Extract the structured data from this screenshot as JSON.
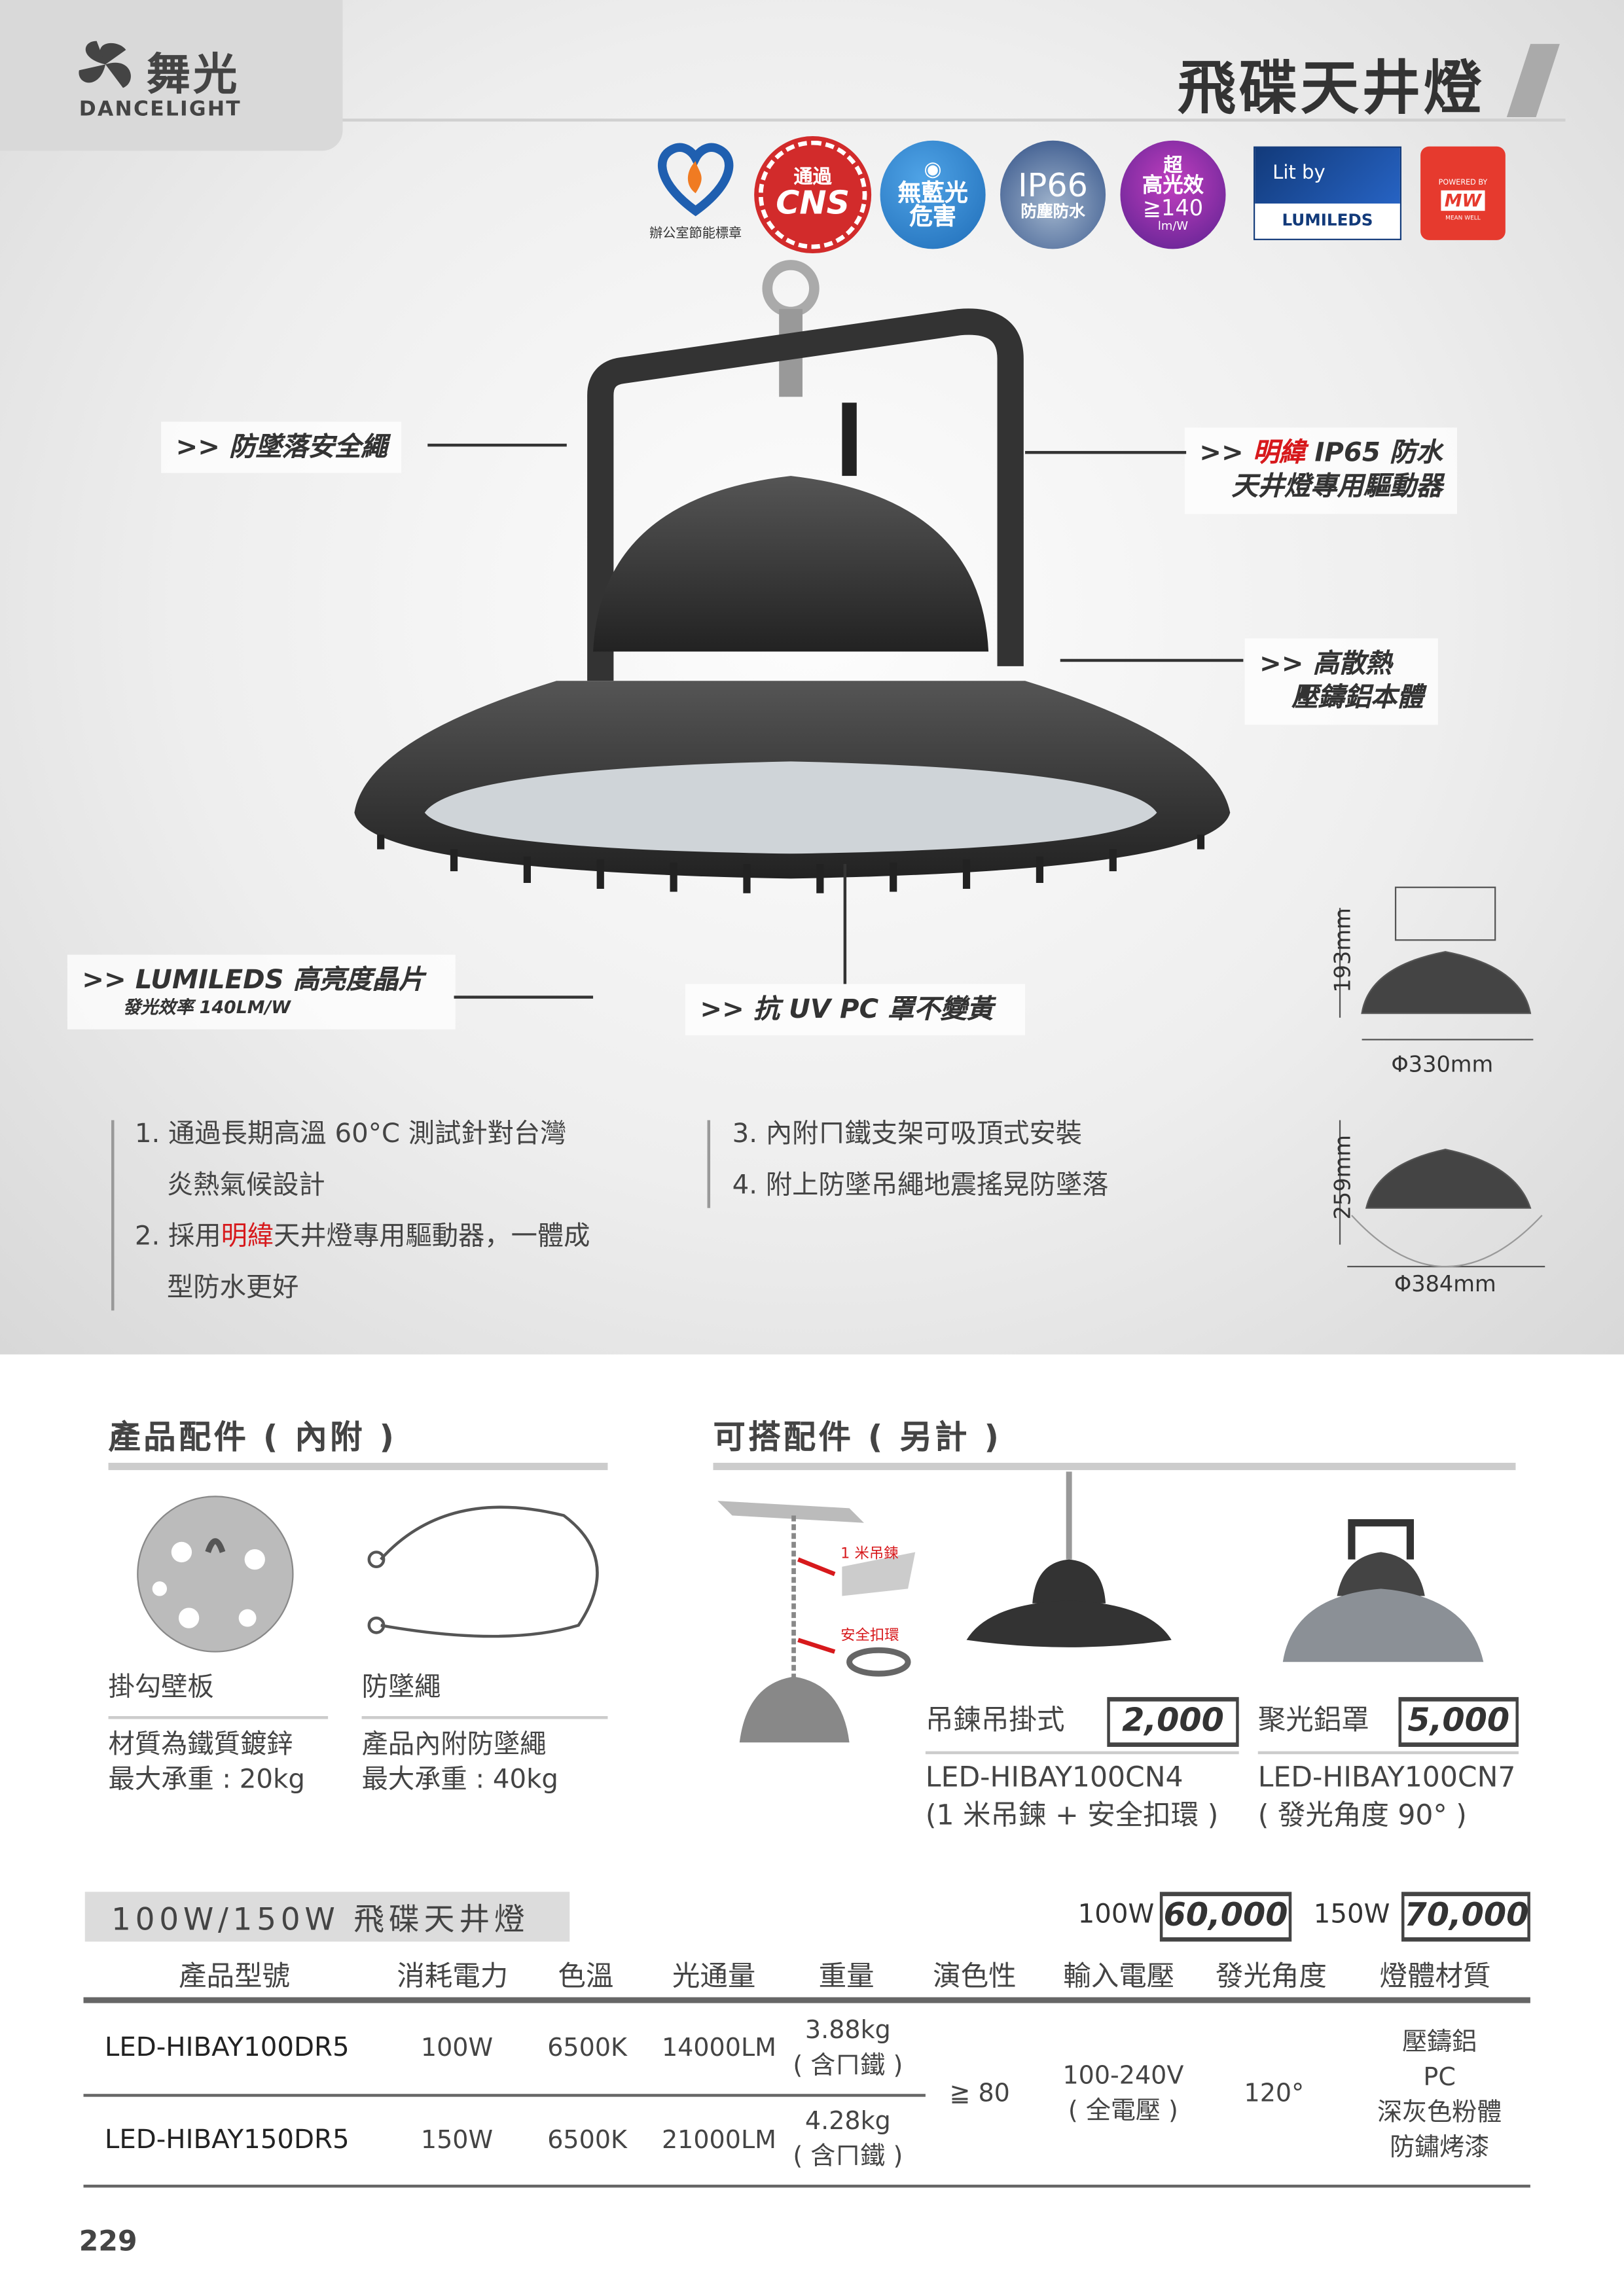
{
  "brand": {
    "name_cn": "舞光",
    "name_en": "DANCELIGHT"
  },
  "page_title": "飛碟天井燈",
  "badges": {
    "energy": "辦公室節能標章",
    "cns": {
      "top": "通過",
      "main": "CNS"
    },
    "blue_light": {
      "line1": "無藍光",
      "line2": "危害"
    },
    "ip": {
      "main": "IP66",
      "sub": "防塵防水"
    },
    "efficacy": {
      "top": "超",
      "mid": "高光效",
      "value": "≧140",
      "unit": "lm/W"
    },
    "lumileds": {
      "top": "Lit by",
      "brand": "LUMILEDS"
    },
    "meanwell": {
      "top": "POWERED BY",
      "brand": "MW",
      "sub": "MEAN WELL"
    }
  },
  "callouts": {
    "safety_rope": ">> 防墜落安全繩",
    "driver_prefix": ">> ",
    "driver_red": "明緯",
    "driver_rest": " IP65 防水",
    "driver_line2": "天井燈專用驅動器",
    "heat_line1": ">> 高散熱",
    "heat_line2": "壓鑄鋁本體",
    "led_line1": ">> LUMILEDS 高亮度晶片",
    "led_line2": "發光效率 140LM/W",
    "pc": ">> 抗 UV PC 罩不變黃"
  },
  "dimensions": {
    "small_h": "193mm",
    "small_d": "Φ330mm",
    "large_h": "259mm",
    "large_d": "Φ384mm"
  },
  "features": {
    "f1a": "1. 通過長期高溫 60°C 測試針對台灣",
    "f1b": "炎熱氣候設計",
    "f2a_pre": "2. 採用",
    "f2a_red": "明緯",
    "f2a_post": "天井燈專用驅動器，一體成",
    "f2b": "型防水更好",
    "f3": "3. 內附ㄇ鐵支架可吸頂式安裝",
    "f4": "4. 附上防墜吊繩地震搖晃防墜落"
  },
  "included": {
    "heading": "產品配件 ( 內附 )",
    "items": [
      {
        "name": "掛勾壁板",
        "desc1": "材質為鐵質鍍鋅",
        "desc2": "最大承重 : 20kg"
      },
      {
        "name": "防墜繩",
        "desc1": "產品內附防墜繩",
        "desc2": "最大承重 : 40kg"
      }
    ]
  },
  "optional": {
    "heading": "可搭配件 ( 另計 )",
    "chain_label": "1 米吊鍊",
    "clip_label": "安全扣環",
    "items": [
      {
        "name": "吊鍊吊掛式",
        "price": "2,000",
        "model": "LED-HIBAY100CN4",
        "note": "(1 米吊鍊 + 安全扣環 )"
      },
      {
        "name": "聚光鋁罩",
        "price": "5,000",
        "model": "LED-HIBAY100CN7",
        "note": "( 發光角度 90° )"
      }
    ]
  },
  "product_table": {
    "title": "100W/150W 飛碟天井燈",
    "prices": [
      {
        "label": "100W",
        "price": "60,000"
      },
      {
        "label": "150W",
        "price": "70,000"
      }
    ],
    "headers": [
      "產品型號",
      "消耗電力",
      "色溫",
      "光通量",
      "重量",
      "演色性",
      "輸入電壓",
      "發光角度",
      "燈體材質"
    ],
    "rows": [
      {
        "model": "LED-HIBAY100DR5",
        "power": "100W",
        "cct": "6500K",
        "flux": "14000LM",
        "weight": "3.88kg",
        "weight_note": "( 含ㄇ鐵 )"
      },
      {
        "model": "LED-HIBAY150DR5",
        "power": "150W",
        "cct": "6500K",
        "flux": "21000LM",
        "weight": "4.28kg",
        "weight_note": "( 含ㄇ鐵 )"
      }
    ],
    "shared": {
      "cri": "≧ 80",
      "voltage": "100-240V",
      "voltage_note": "( 全電壓 )",
      "angle": "120°",
      "material": [
        "壓鑄鋁",
        "PC",
        "深灰色粉體",
        "防鏽烤漆"
      ]
    }
  },
  "page_number": "229",
  "colors": {
    "accent_red": "#d7191c",
    "text": "#444444"
  }
}
